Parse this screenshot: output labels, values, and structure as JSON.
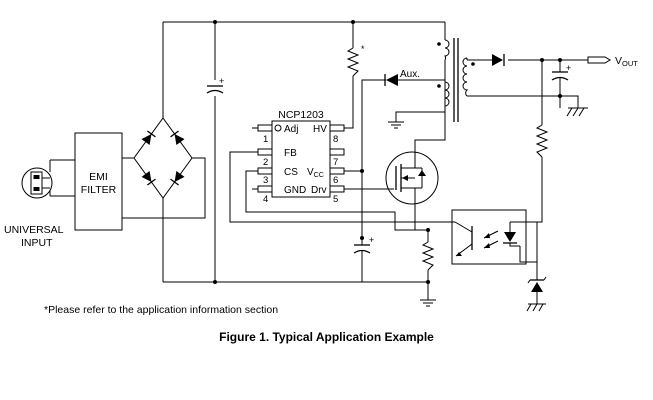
{
  "diagram": {
    "ic_name": "NCP1203",
    "pins": [
      {
        "num": "1",
        "name": "Adj"
      },
      {
        "num": "2",
        "name": "FB"
      },
      {
        "num": "3",
        "name": "CS"
      },
      {
        "num": "4",
        "name": "GND"
      },
      {
        "num": "5",
        "name": "Drv"
      },
      {
        "num": "6",
        "name": "V",
        "sub": "CC"
      },
      {
        "num": "7",
        "name": ""
      },
      {
        "num": "8",
        "name": "HV"
      }
    ],
    "emi_filter": [
      "EMI",
      "FILTER"
    ],
    "input_label": [
      "UNIVERSAL",
      "INPUT"
    ],
    "aux_label": "Aux.",
    "vout_label": "V",
    "vout_sub": "OUT",
    "asterisk": "*",
    "plus": "+"
  },
  "footnote": "*Please refer to the application information section",
  "caption": "Figure 1. Typical Application Example"
}
